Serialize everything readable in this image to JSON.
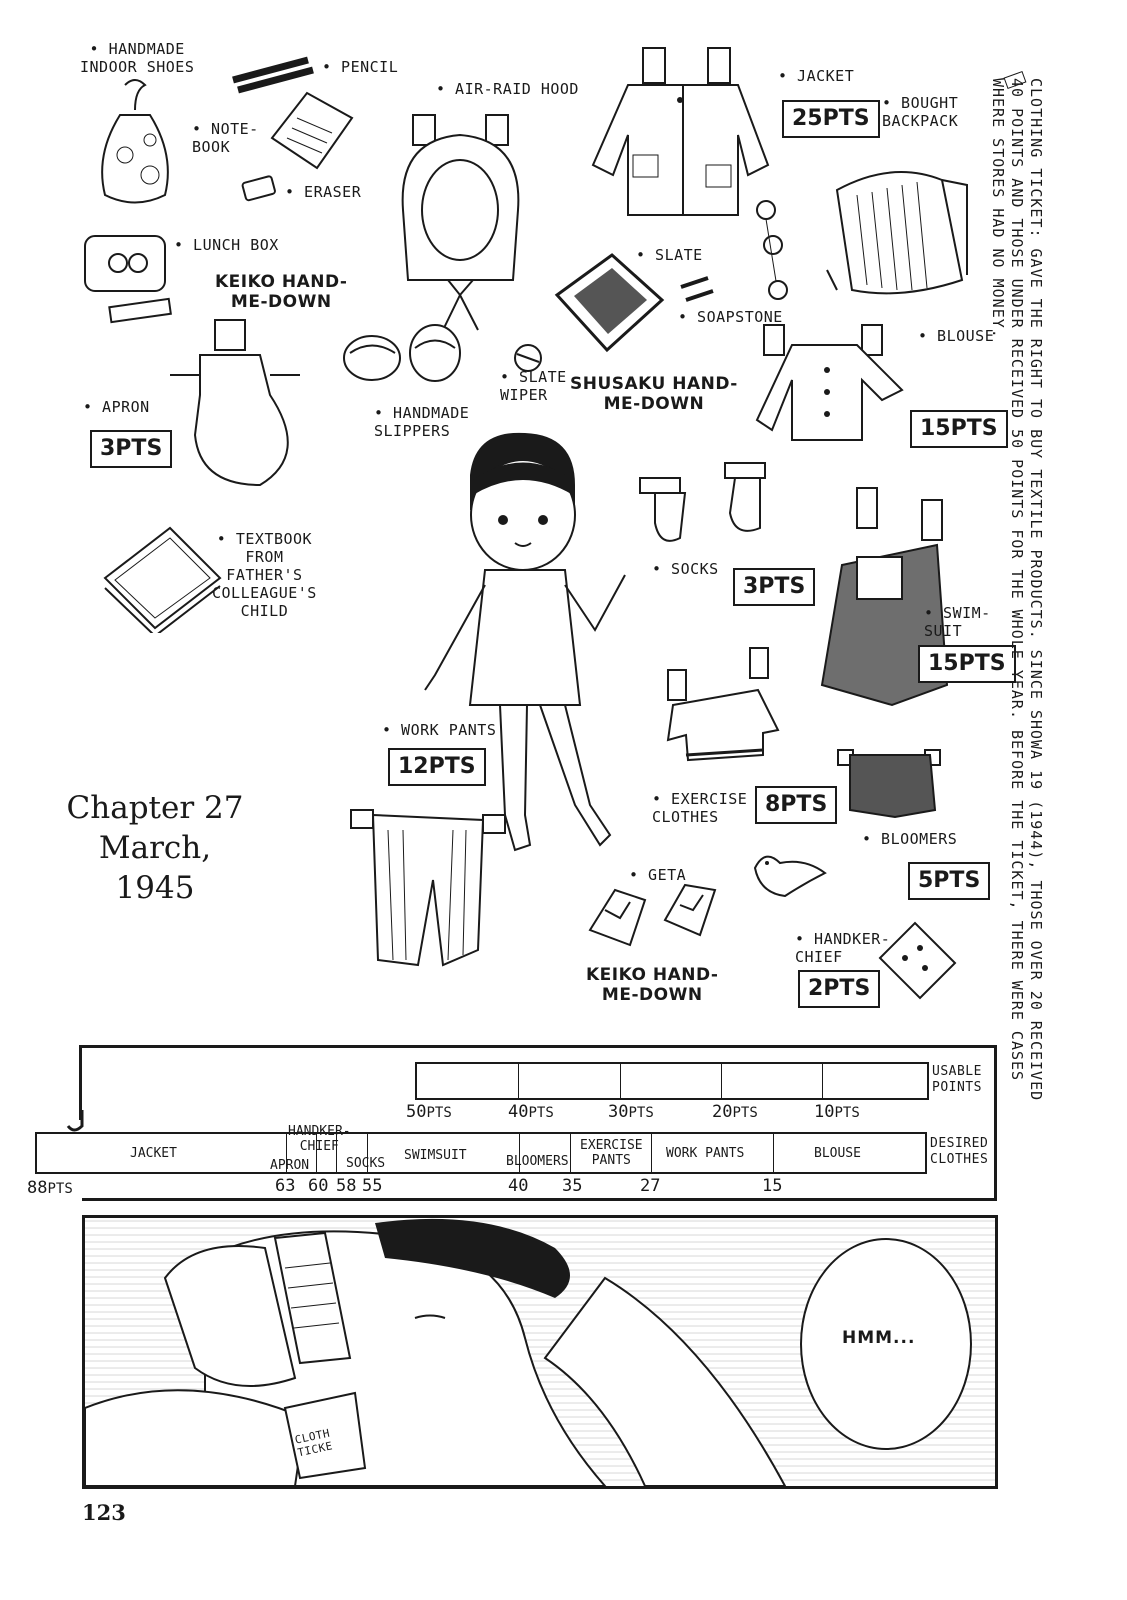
{
  "items": {
    "indoor_shoes": "• HANDMADE\nINDOOR SHOES",
    "pencil": "• PENCIL",
    "notebook": "• NOTE-\nBOOK",
    "eraser": "• ERASER",
    "lunch_box": "• LUNCH BOX",
    "keiko_hand_1": "KEIKO HAND-\nME-DOWN",
    "apron": "• APRON",
    "air_raid_hood": "• AIR-RAID HOOD",
    "handmade_slippers": "• HANDMADE\nSLIPPERS",
    "slate": "• SLATE",
    "soapstone": "• SOAPSTONE",
    "slate_wiper": "• SLATE\nWIPER",
    "shusaku_hand": "SHUSAKU HAND-\nME-DOWN",
    "jacket": "• JACKET",
    "bought_backpack": "• BOUGHT\nBACKPACK",
    "blouse": "• BLOUSE",
    "textbook": "• TEXTBOOK\nFROM\nFATHER'S\nCOLLEAGUE'S\nCHILD",
    "socks": "• SOCKS",
    "swimsuit": "• SWIM-\nSUIT",
    "work_pants": "• WORK PANTS",
    "exercise_clothes": "• EXERCISE\nCLOTHES",
    "bloomers": "• BLOOMERS",
    "geta": "• GETA",
    "keiko_hand_2": "KEIKO HAND-\nME-DOWN",
    "handkerchief": "• HANDKER-\nCHIEF"
  },
  "points": {
    "jacket": "25PTS",
    "apron": "3PTS",
    "blouse": "15PTS",
    "socks": "3PTS",
    "swimsuit": "15PTS",
    "work_pants": "12PTS",
    "exercise_clothes": "8PTS",
    "bloomers": "5PTS",
    "handkerchief": "2PTS"
  },
  "chapter": {
    "title": "Chapter 27",
    "date": "March, 1945"
  },
  "sidenote": "CLOTHING TICKET: GAVE THE RIGHT TO BUY TEXTILE PRODUCTS. SINCE SHOWA 19 (1944), THOSE OVER 20 RECEIVED 40 POINTS AND THOSE UNDER RECEIVED 50 POINTS FOR THE WHOLE YEAR. BEFORE THE TICKET, THERE WERE CASES WHERE STORES HAD NO MONEY.",
  "scale": {
    "usable_label": "USABLE\nPOINTS",
    "desired_label": "DESIRED\nCLOTHES",
    "usable_ticks": [
      {
        "num": "50",
        "unit": "PTS"
      },
      {
        "num": "40",
        "unit": "PTS"
      },
      {
        "num": "30",
        "unit": "PTS"
      },
      {
        "num": "20",
        "unit": "PTS"
      },
      {
        "num": "10",
        "unit": "PTS"
      }
    ],
    "desired_start": {
      "num": "88",
      "unit": "PTS"
    },
    "desired_segments": [
      "JACKET",
      "APRON",
      "HANDKER-\nCHIEF",
      "SOCKS",
      "SWIMSUIT",
      "BLOOMERS",
      "EXERCISE\nPANTS",
      "WORK PANTS",
      "BLOUSE"
    ],
    "desired_ticks": [
      "63",
      "60",
      "58",
      "55",
      "40",
      "35",
      "27",
      "15"
    ]
  },
  "panel": {
    "speech": "HMM...",
    "ticket_text": "CLOTH\nTICKE"
  },
  "page_number": "123"
}
